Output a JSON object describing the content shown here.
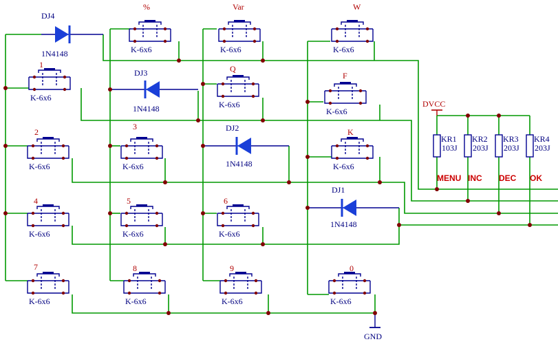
{
  "diagram": {
    "diodes": [
      {
        "ref": "DJ4",
        "part": "1N4148"
      },
      {
        "ref": "DJ3",
        "part": "1N4148"
      },
      {
        "ref": "DJ2",
        "part": "1N4148"
      },
      {
        "ref": "DJ1",
        "part": "1N4148"
      }
    ],
    "keys": [
      {
        "label": "%",
        "part": "K-6x6"
      },
      {
        "label": "Var",
        "part": "K-6x6"
      },
      {
        "label": "W",
        "part": "K-6x6"
      },
      {
        "label": "1",
        "part": "K-6x6"
      },
      {
        "label": "Q",
        "part": "K-6x6"
      },
      {
        "label": "F",
        "part": "K-6x6"
      },
      {
        "label": "2",
        "part": "K-6x6"
      },
      {
        "label": "3",
        "part": "K-6x6"
      },
      {
        "label": "K",
        "part": "K-6x6"
      },
      {
        "label": "4",
        "part": "K-6x6"
      },
      {
        "label": "5",
        "part": "K-6x6"
      },
      {
        "label": "6",
        "part": "K-6x6"
      },
      {
        "label": "7",
        "part": "K-6x6"
      },
      {
        "label": "8",
        "part": "K-6x6"
      },
      {
        "label": "9",
        "part": "K-6x6"
      },
      {
        "label": "0",
        "part": "K-6x6"
      }
    ],
    "resistors": [
      {
        "ref": "KR1",
        "value": "103J",
        "net": "MENU"
      },
      {
        "ref": "KR2",
        "value": "203J",
        "net": "INC"
      },
      {
        "ref": "KR3",
        "value": "203J",
        "net": "DEC"
      },
      {
        "ref": "KR4",
        "value": "203J",
        "net": "OK"
      }
    ],
    "power": "DVCC",
    "ground": "GND"
  }
}
